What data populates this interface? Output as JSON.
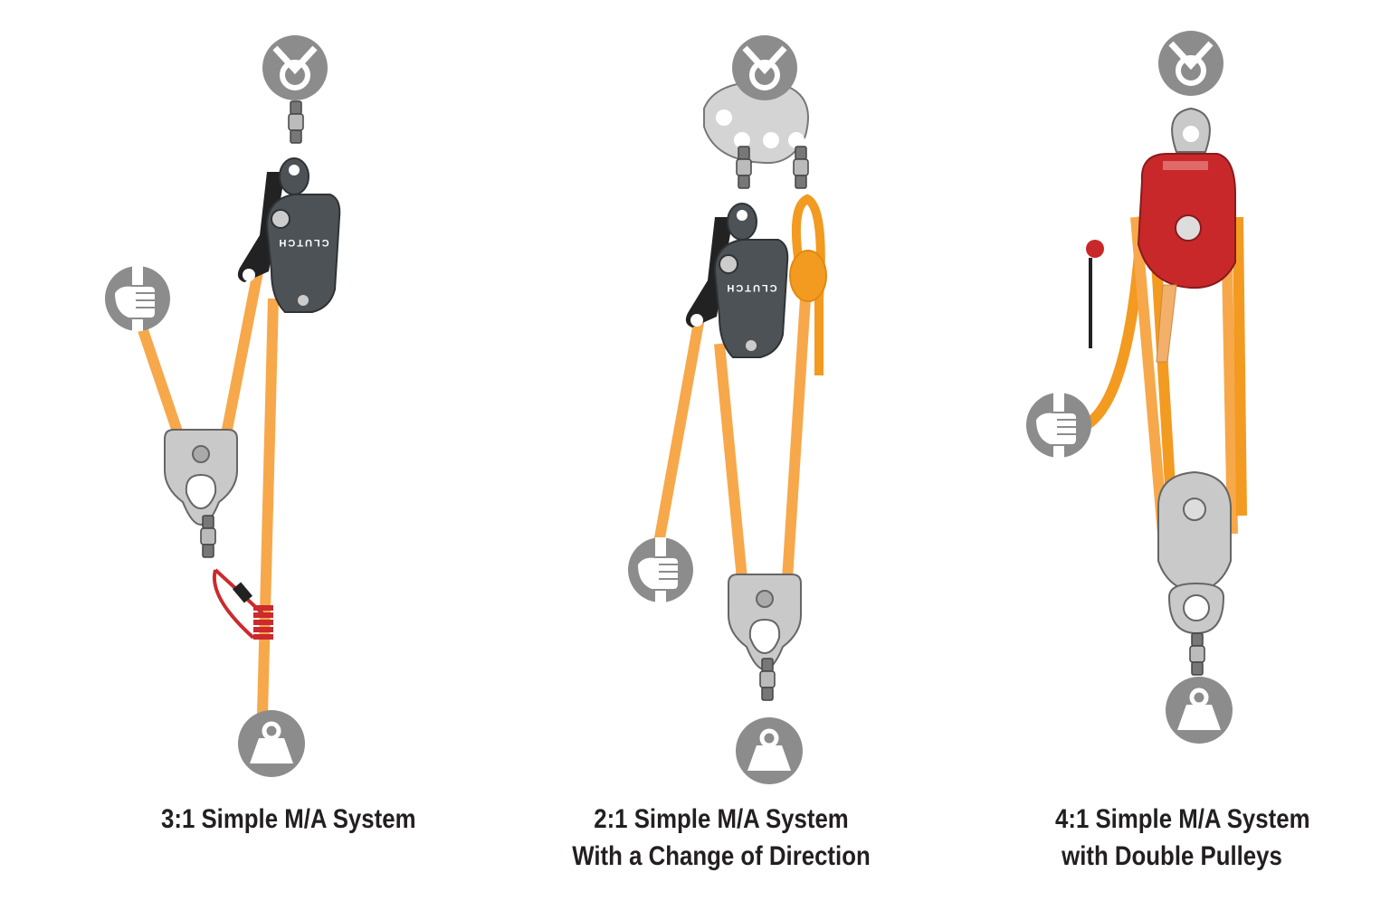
{
  "systems": [
    {
      "caption_line1": "3:1 Simple M/A System",
      "caption_line2": ""
    },
    {
      "caption_line1": "2:1 Simple M/A System",
      "caption_line2": "With a Change of Direction"
    },
    {
      "caption_line1": "4:1 Simple M/A System",
      "caption_line2": "with Double Pulleys"
    }
  ],
  "device_label": "CLUTCH",
  "icons": [
    "anchor-icon",
    "hand-pull-icon",
    "weight-load-icon",
    "pulley-icon",
    "rope-clamp-device-icon",
    "carabiner-icon"
  ],
  "colors": {
    "rope": "#f7a84a",
    "rope_dark": "#f39a21",
    "device": "#4d5256",
    "pulley": "#c9c9c9",
    "icon_circle": "#8c8c8c",
    "red_pulley": "#c8282a",
    "prusik": "#cc2a2d"
  }
}
